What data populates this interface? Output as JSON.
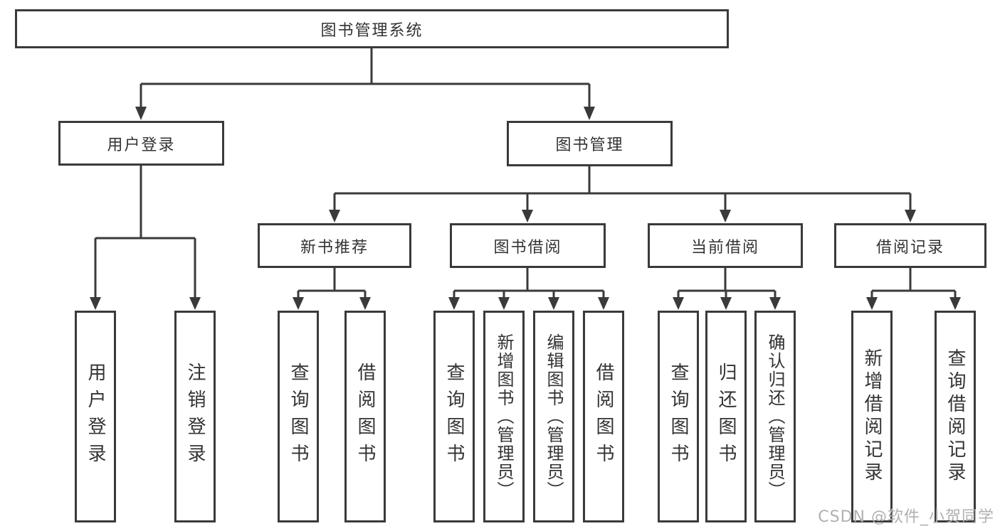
{
  "colors": {
    "line": "#3a3a3a",
    "text": "#333333",
    "watermark_text": "#b0b0b0",
    "background": "#ffffff"
  },
  "tree": {
    "root": {
      "label": "图书管理系统"
    },
    "branches": [
      {
        "label": "用户登录",
        "children": [
          {
            "label": "用户登录"
          },
          {
            "label": "注销登录"
          }
        ]
      },
      {
        "label": "图书管理",
        "children": [
          {
            "label": "新书推荐",
            "children": [
              {
                "label": "查询图书"
              },
              {
                "label": "借阅图书"
              }
            ]
          },
          {
            "label": "图书借阅",
            "children": [
              {
                "label": "查询图书"
              },
              {
                "label": "新增图书（管理员）"
              },
              {
                "label": "编辑图书（管理员）"
              },
              {
                "label": "借阅图书"
              }
            ]
          },
          {
            "label": "当前借阅",
            "children": [
              {
                "label": "查询图书"
              },
              {
                "label": "归还图书"
              },
              {
                "label": "确认归还（管理员）"
              }
            ]
          },
          {
            "label": "借阅记录",
            "children": [
              {
                "label": "新增借阅记录"
              },
              {
                "label": "查询借阅记录"
              }
            ]
          }
        ]
      }
    ]
  },
  "watermark": {
    "text": "CSDN @软件_小贺同学"
  }
}
